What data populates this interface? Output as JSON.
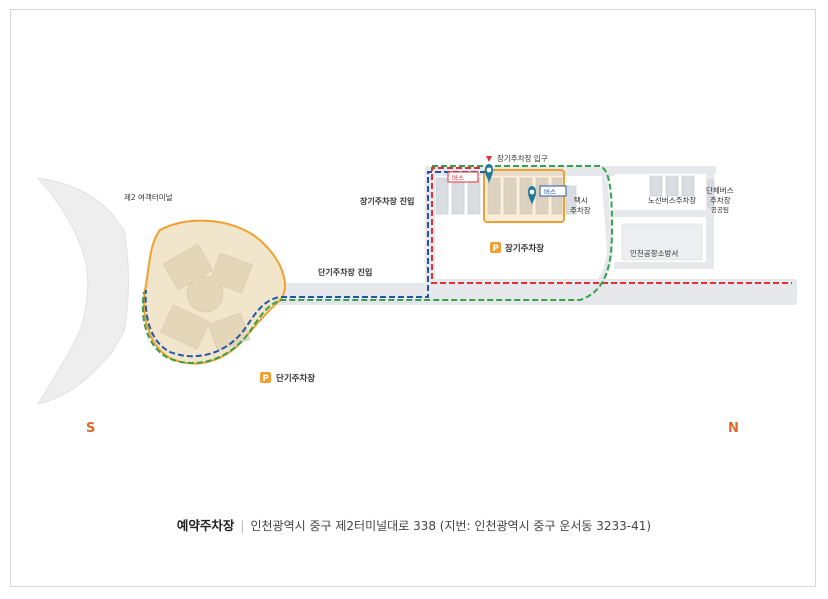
{
  "labels": {
    "terminal": "제2 여객터미널",
    "long_term_entry_top": "장기주차장 입구",
    "long_term_entry": "장기주차장 진입",
    "short_term_entry": "단기주차장 진입",
    "long_term_lot": "장기주차장",
    "short_term_lot": "단기주차장",
    "bus_stop_a": "버스",
    "bus_stop_b": "버스",
    "taxi_lot_1": "택시",
    "taxi_lot_2": "주차장",
    "route_bus_lot": "노선버스주차장",
    "group_bus_1": "단체버스",
    "group_bus_2": "주차장",
    "group_bus_3": "공공팀",
    "fire_station": "인천공항소방서",
    "south": "S",
    "north": "N"
  },
  "parking_icon": "P",
  "footer": {
    "name": "예약주차장",
    "address": "인천광역시 중구 제2터미널대로 338 (지번: 인천광역시 중구 운서동 3233-41)"
  },
  "colors": {
    "road": "#e4e6ea",
    "terminal": "#eeeeee",
    "lot_fill": "#f1e6cc",
    "lot_border": "#f0a030",
    "route_red": "#e0303a",
    "route_blue": "#2456a8",
    "route_green": "#33a24a",
    "compass": "#e06a2a",
    "marker": "#1e7a9a"
  }
}
